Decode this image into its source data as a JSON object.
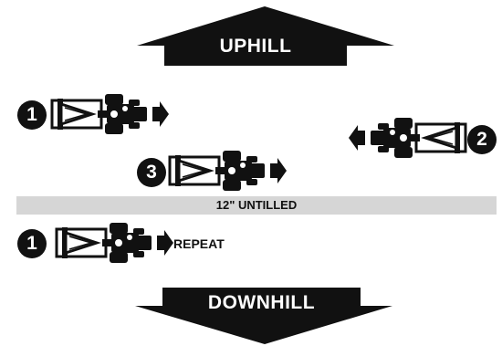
{
  "direction_labels": {
    "top": "UPHILL",
    "bottom": "DOWNHILL"
  },
  "untilled_strip": {
    "label": "12\" UNTILLED"
  },
  "passes": [
    {
      "step": "1",
      "direction": "right",
      "note": ""
    },
    {
      "step": "2",
      "direction": "left",
      "note": ""
    },
    {
      "step": "3",
      "direction": "right",
      "note": ""
    },
    {
      "step": "1",
      "direction": "right",
      "note": "REPEAT"
    }
  ],
  "colors": {
    "ink": "#111111",
    "strip": "#d6d6d6",
    "background": "#ffffff"
  }
}
